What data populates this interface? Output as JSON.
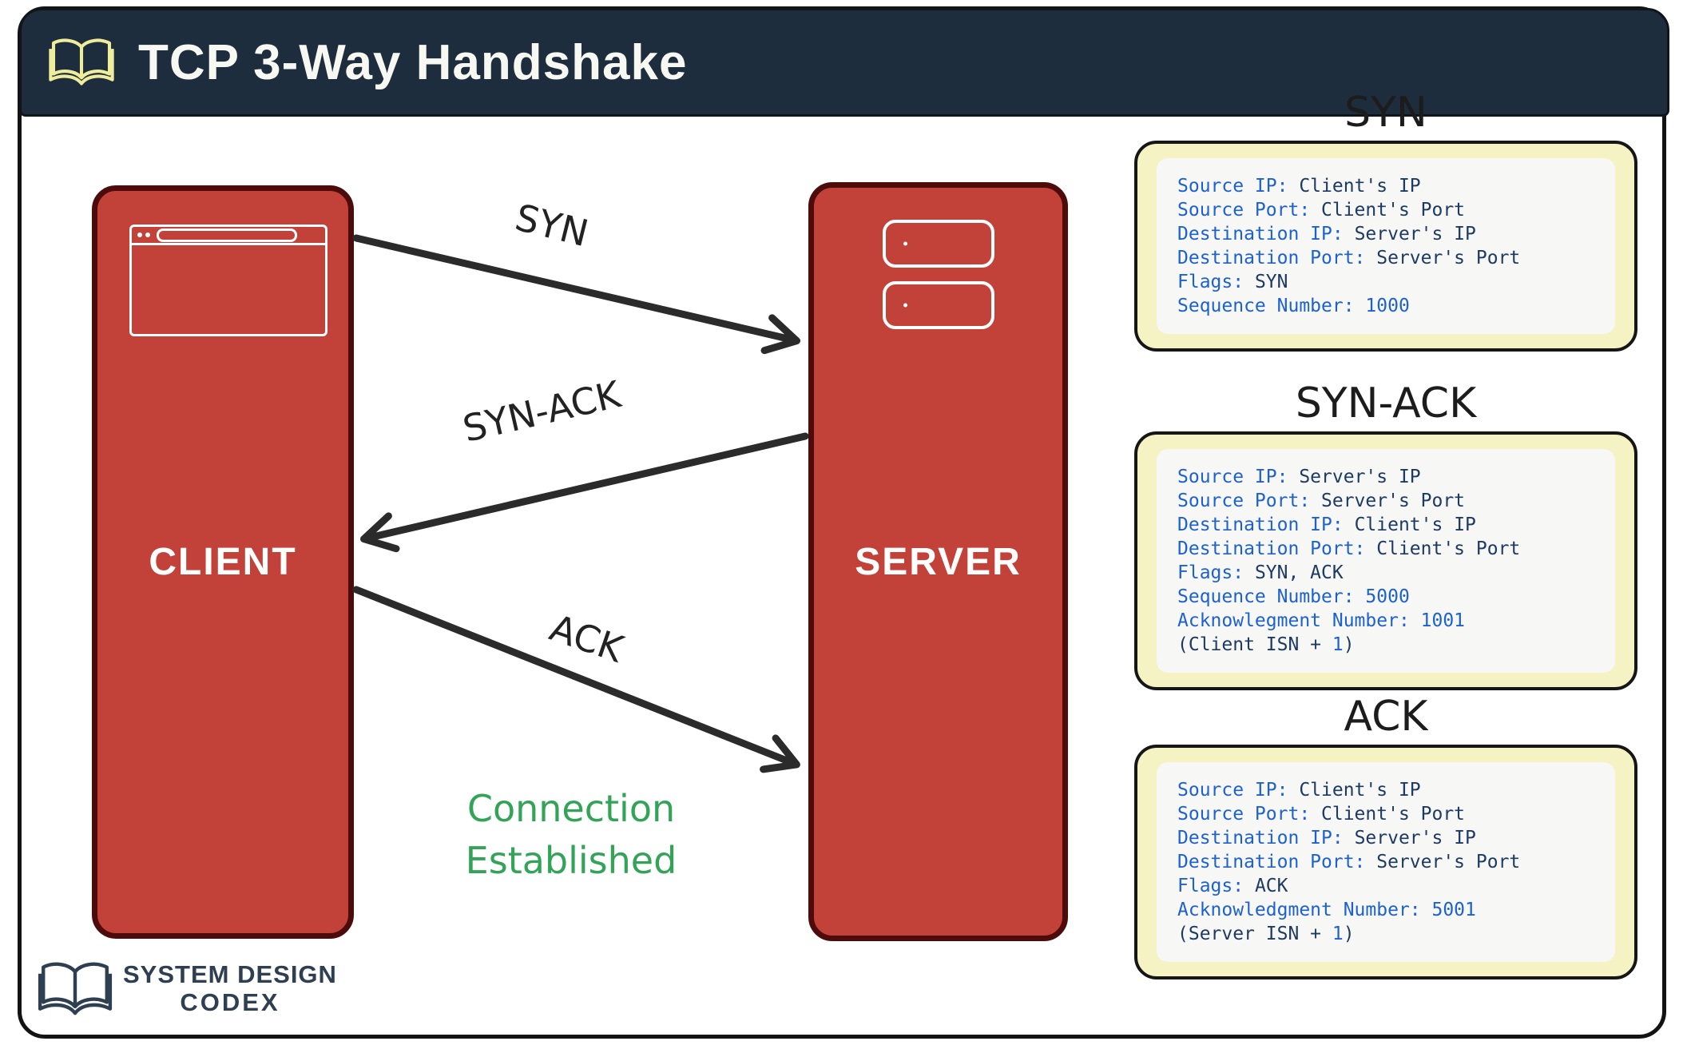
{
  "header": {
    "title": "TCP 3-Way Handshake",
    "icon": "open-book-icon"
  },
  "diagram": {
    "client_label": "CLIENT",
    "server_label": "SERVER",
    "arrow_syn": "SYN",
    "arrow_syn_ack": "SYN-ACK",
    "arrow_ack": "ACK",
    "status_line1": "Connection",
    "status_line2": "Established"
  },
  "packets": [
    {
      "title": "SYN",
      "lines": [
        [
          {
            "t": "Source IP:",
            "c": "label"
          },
          {
            "t": " Client's IP",
            "c": "value"
          }
        ],
        [
          {
            "t": "Source Port:",
            "c": "label"
          },
          {
            "t": " Client's Port",
            "c": "value"
          }
        ],
        [
          {
            "t": "Destination IP:",
            "c": "label"
          },
          {
            "t": " Server's IP",
            "c": "value"
          }
        ],
        [
          {
            "t": "Destination Port:",
            "c": "label"
          },
          {
            "t": " Server's Port",
            "c": "value"
          }
        ],
        [
          {
            "t": "Flags:",
            "c": "label"
          },
          {
            "t": " SYN",
            "c": "value"
          }
        ],
        [
          {
            "t": "Sequence Number:",
            "c": "label"
          },
          {
            "t": " 1000",
            "c": "num"
          }
        ]
      ]
    },
    {
      "title": "SYN-ACK",
      "lines": [
        [
          {
            "t": "Source IP:",
            "c": "label"
          },
          {
            "t": " Server's IP",
            "c": "value"
          }
        ],
        [
          {
            "t": "Source Port:",
            "c": "label"
          },
          {
            "t": " Server's Port",
            "c": "value"
          }
        ],
        [
          {
            "t": "Destination IP:",
            "c": "label"
          },
          {
            "t": " Client's IP",
            "c": "value"
          }
        ],
        [
          {
            "t": "Destination Port:",
            "c": "label"
          },
          {
            "t": " Client's Port",
            "c": "value"
          }
        ],
        [
          {
            "t": "Flags:",
            "c": "label"
          },
          {
            "t": " SYN, ACK",
            "c": "value"
          }
        ],
        [
          {
            "t": "Sequence Number:",
            "c": "label"
          },
          {
            "t": " 5000",
            "c": "num"
          }
        ],
        [
          {
            "t": "Acknowlegment Number:",
            "c": "label"
          },
          {
            "t": " 1001",
            "c": "num"
          }
        ],
        [
          {
            "t": "(Client ISN + ",
            "c": "value"
          },
          {
            "t": "1",
            "c": "num"
          },
          {
            "t": ")",
            "c": "value"
          }
        ]
      ]
    },
    {
      "title": "ACK",
      "lines": [
        [
          {
            "t": "Source IP:",
            "c": "label"
          },
          {
            "t": " Client's IP",
            "c": "value"
          }
        ],
        [
          {
            "t": "Source Port:",
            "c": "label"
          },
          {
            "t": " Client's Port",
            "c": "value"
          }
        ],
        [
          {
            "t": "Destination IP:",
            "c": "label"
          },
          {
            "t": " Server's IP",
            "c": "value"
          }
        ],
        [
          {
            "t": "Destination Port:",
            "c": "label"
          },
          {
            "t": " Server's Port",
            "c": "value"
          }
        ],
        [
          {
            "t": "Flags:",
            "c": "label"
          },
          {
            "t": " ACK",
            "c": "value"
          }
        ],
        [
          {
            "t": "Acknowledgment Number:",
            "c": "label"
          },
          {
            "t": " 5001",
            "c": "num"
          }
        ],
        [
          {
            "t": "(Server ISN + ",
            "c": "value"
          },
          {
            "t": "1",
            "c": "num"
          },
          {
            "t": ")",
            "c": "value"
          }
        ]
      ]
    }
  ],
  "logo": {
    "line1": "SYSTEM DESIGN",
    "line2": "CODEX",
    "icon": "open-book-icon"
  },
  "colors": {
    "header_navy": "#1d2d3d",
    "node_red": "#c2423a",
    "node_border_maroon": "#4e0b0b",
    "packet_yellow": "#f5f2c4",
    "label_blue": "#1d61d1",
    "value_navy": "#1d3a63",
    "status_green": "#33a457",
    "arrow_black": "#2b2b2b",
    "header_icon_yellow": "#efec9c"
  }
}
